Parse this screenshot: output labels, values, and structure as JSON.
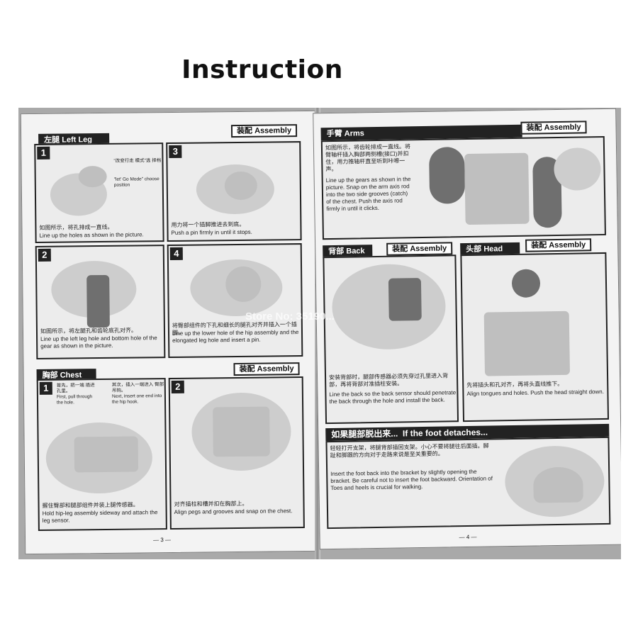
{
  "title": "Instruction",
  "left_page": {
    "left_leg": {
      "header_cn": "左腿",
      "header_en": "Left Leg",
      "assembly_cn": "装配",
      "assembly_en": "Assembly",
      "step1": {
        "num": "1",
        "note_cn": "\"改变行走 模式\"选 择档",
        "note_en": "\"let' Go Mode\" choose position",
        "caption_cn": "如图所示，将孔排成一直线。",
        "caption_en": "Line up the holes as shown in the picture."
      },
      "step2": {
        "num": "2",
        "caption_cn": "如图所示，将左腿孔和齿轮底孔对齐。",
        "caption_en": "Line up the left leg hole and bottom hole of the gear as shown in the picture."
      },
      "step3": {
        "num": "3",
        "caption_cn": "用力将一个插脚推进去到底。",
        "caption_en": "Push a pin firmly in until it stops."
      },
      "step4": {
        "num": "4",
        "caption_cn": "将臀部组件的下孔和细长的腿孔对齐并插入一个插脚。",
        "caption_en": "Line up the lower hole of the hip assembly and the elongated leg hole and insert a pin."
      }
    },
    "chest": {
      "header_cn": "胸部",
      "header_en": "Chest",
      "assembly_cn": "装配",
      "assembly_en": "Assembly",
      "step1": {
        "num": "1",
        "note_a_cn": "首先，把一端 插进孔里。",
        "note_a_en": "First, pull through the hole.",
        "note_b_cn": "其次，插入一端进入 臀部吊钩。",
        "note_b_en": "Next, insert one end into the hip hook.",
        "caption_cn": "握住臀部和腿部组件并装上腿传感器。",
        "caption_en": "Hold hip-leg assembly sideway and attach the leg sensor."
      },
      "step2": {
        "num": "2",
        "caption_cn": "对齐插柱和槽并扣在胸部上。",
        "caption_en": "Align pegs and grooves and snap on the chest."
      }
    },
    "page_number": "— 3 —"
  },
  "right_page": {
    "arms": {
      "header_cn": "手臂",
      "header_en": "Arms",
      "assembly_cn": "装配",
      "assembly_en": "Assembly",
      "caption_cn": "如图所示，将齿轮排成一直线。将臂轴杆插入胸部两侧槽(接口)并扣住，用力推轴杆直至听到咔嚓一声。",
      "caption_en": "Line up the gears as shown in the picture. Snap on the arm axis rod into the two side grooves (catch) of the chest. Push the axis rod firmly in until it clicks."
    },
    "back": {
      "header_cn": "背部",
      "header_en": "Back",
      "assembly_cn": "装配",
      "assembly_en": "Assembly",
      "caption_cn": "安装背部时，腿部传感器必须先穿过孔里进入背部，再将背部对准插柱安装。",
      "caption_en": "Line the back so the back sensor should penetrate the back through the hole and install the back."
    },
    "head": {
      "header_cn": "头部",
      "header_en": "Head",
      "assembly_cn": "装配",
      "assembly_en": "Assembly",
      "caption_cn": "先将插头和孔对齐，再将头直线推下。",
      "caption_en": "Align tongues and holes. Push the head straight down."
    },
    "foot": {
      "header_cn": "如果腿部脱出来...",
      "header_en": "If the foot detaches...",
      "caption_cn": "轻轻打开支架，将腿背部插回支架。小心不要将腿往后面插。脚趾和脚跟的方向对于走路来说是至关重要的。",
      "caption_en": "Insert the foot back into the bracket by slightly opening the bracket. Be careful not to insert the foot backward. Orientation of Toes and heels is crucial for walking."
    },
    "page_number": "— 4 —"
  },
  "watermark": "Store No: 35190..."
}
